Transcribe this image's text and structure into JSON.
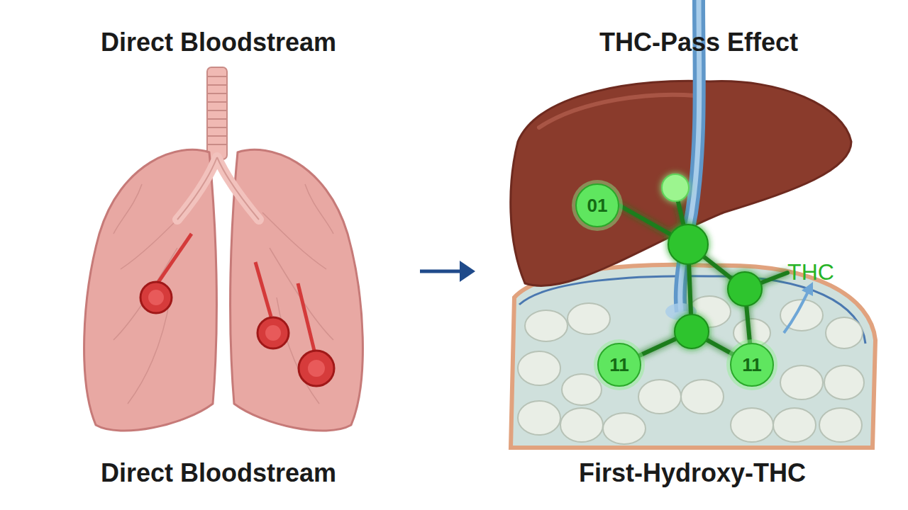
{
  "diagram": {
    "nodes": [
      {
        "text": [
          "01"
        ]
      },
      {
        "text": [
          "11"
        ]
      },
      {
        "text": [
          "11"
        ]
      }
    ],
    "labels": [
      "Direct Bloodstream",
      "THC-Pass Effect",
      "Direct Bloodstream",
      "First-Hydroxy-THC",
      "THC"
    ]
  }
}
